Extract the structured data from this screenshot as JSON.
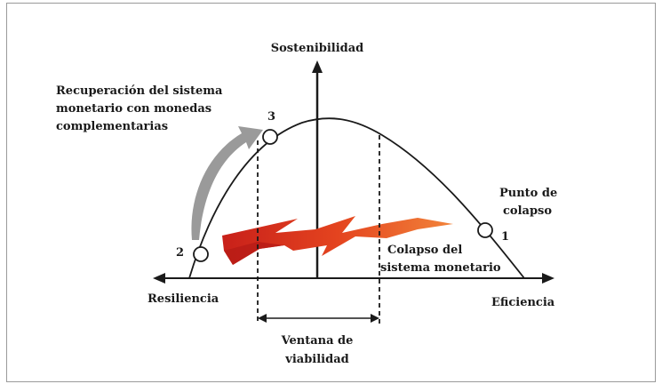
{
  "diagram": {
    "y_axis_label": "Sostenibilidad",
    "left_axis_label": "Resiliencia",
    "right_axis_label": "Eficiencia",
    "recovery_label_lines": [
      "Recuperación del sistema",
      "monetario con monedas",
      "complementarias"
    ],
    "collapse_point_label_lines": [
      "Punto de",
      "colapso"
    ],
    "collapse_system_label_lines": [
      "Colapso del",
      "sistema monetario"
    ],
    "window_label_lines": [
      "Ventana de",
      "viabilidad"
    ],
    "point_numbers": {
      "p1": "1",
      "p2": "2",
      "p3": "3"
    }
  },
  "colors": {
    "curve": "#1a1a1a",
    "arrow_gray": "#9a9a9a",
    "lightning_red": "#d8341a",
    "lightning_orange": "#ef6a2a",
    "frame_border": "#9a9a9a"
  }
}
